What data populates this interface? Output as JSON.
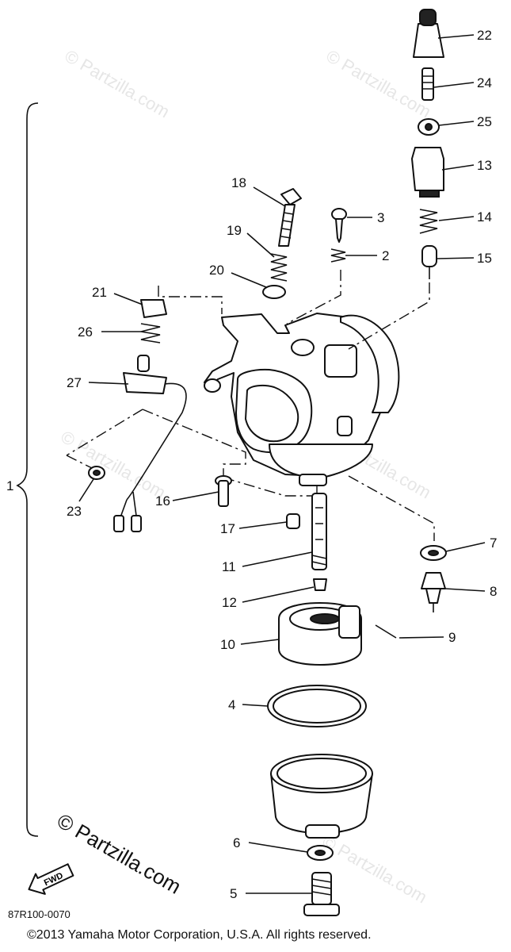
{
  "diagram_code": "87R100-0070",
  "copyright": "©2013  Yamaha Motor Corporation, U.S.A. All rights reserved.",
  "watermark": "© Partzilla.com",
  "fwd_label": "FWD",
  "callouts": {
    "c1": "1",
    "c2": "2",
    "c3": "3",
    "c4": "4",
    "c5": "5",
    "c6": "6",
    "c7": "7",
    "c8": "8",
    "c9": "9",
    "c10": "10",
    "c11": "11",
    "c12": "12",
    "c13": "13",
    "c14": "14",
    "c15": "15",
    "c16": "16",
    "c17": "17",
    "c18": "18",
    "c19": "19",
    "c20": "20",
    "c21": "21",
    "c22": "22",
    "c23": "23",
    "c24": "24",
    "c25": "25",
    "c26": "26",
    "c27": "27"
  }
}
